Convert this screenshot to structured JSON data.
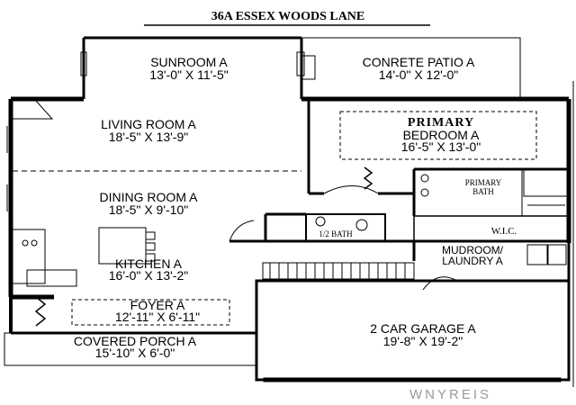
{
  "title": "36A ESSEX WOODS LANE",
  "rooms": {
    "sunroom": {
      "name": "SUNROOM A",
      "dims": "13'-0\" X 11'-5\""
    },
    "patio": {
      "name": "CONRETE PATIO A",
      "dims": "14'-0\" X 12'-0\""
    },
    "living": {
      "name": "LIVING ROOM A",
      "dims": "18'-5\" X 13'-9\""
    },
    "primary": {
      "name": "PRIMARY",
      "name2": "BEDROOM A",
      "dims": "16'-5\" X 13'-0\""
    },
    "primary_bath": {
      "name": "PRIMARY",
      "name2": "BATH"
    },
    "dining": {
      "name": "DINING ROOM A",
      "dims": "18'-5\" X 9'-10\""
    },
    "half_bath": {
      "name": "1/2 BATH"
    },
    "wic": {
      "name": "W.I.C."
    },
    "mudroom": {
      "name": "MUDROOM/",
      "name2": "LAUNDRY A"
    },
    "kitchen": {
      "name": "KITCHEN A",
      "dims": "16'-0\" X 13'-2\""
    },
    "foyer": {
      "name": "FOYER A",
      "dims": "12'-11\" X 6'-11\""
    },
    "garage": {
      "name": "2 CAR GARAGE A",
      "dims": "19'-8\" X 19'-2\""
    },
    "porch": {
      "name": "COVERED PORCH A",
      "dims": "15'-10\" X 6'-0\""
    }
  },
  "watermark": "WNYREIS"
}
